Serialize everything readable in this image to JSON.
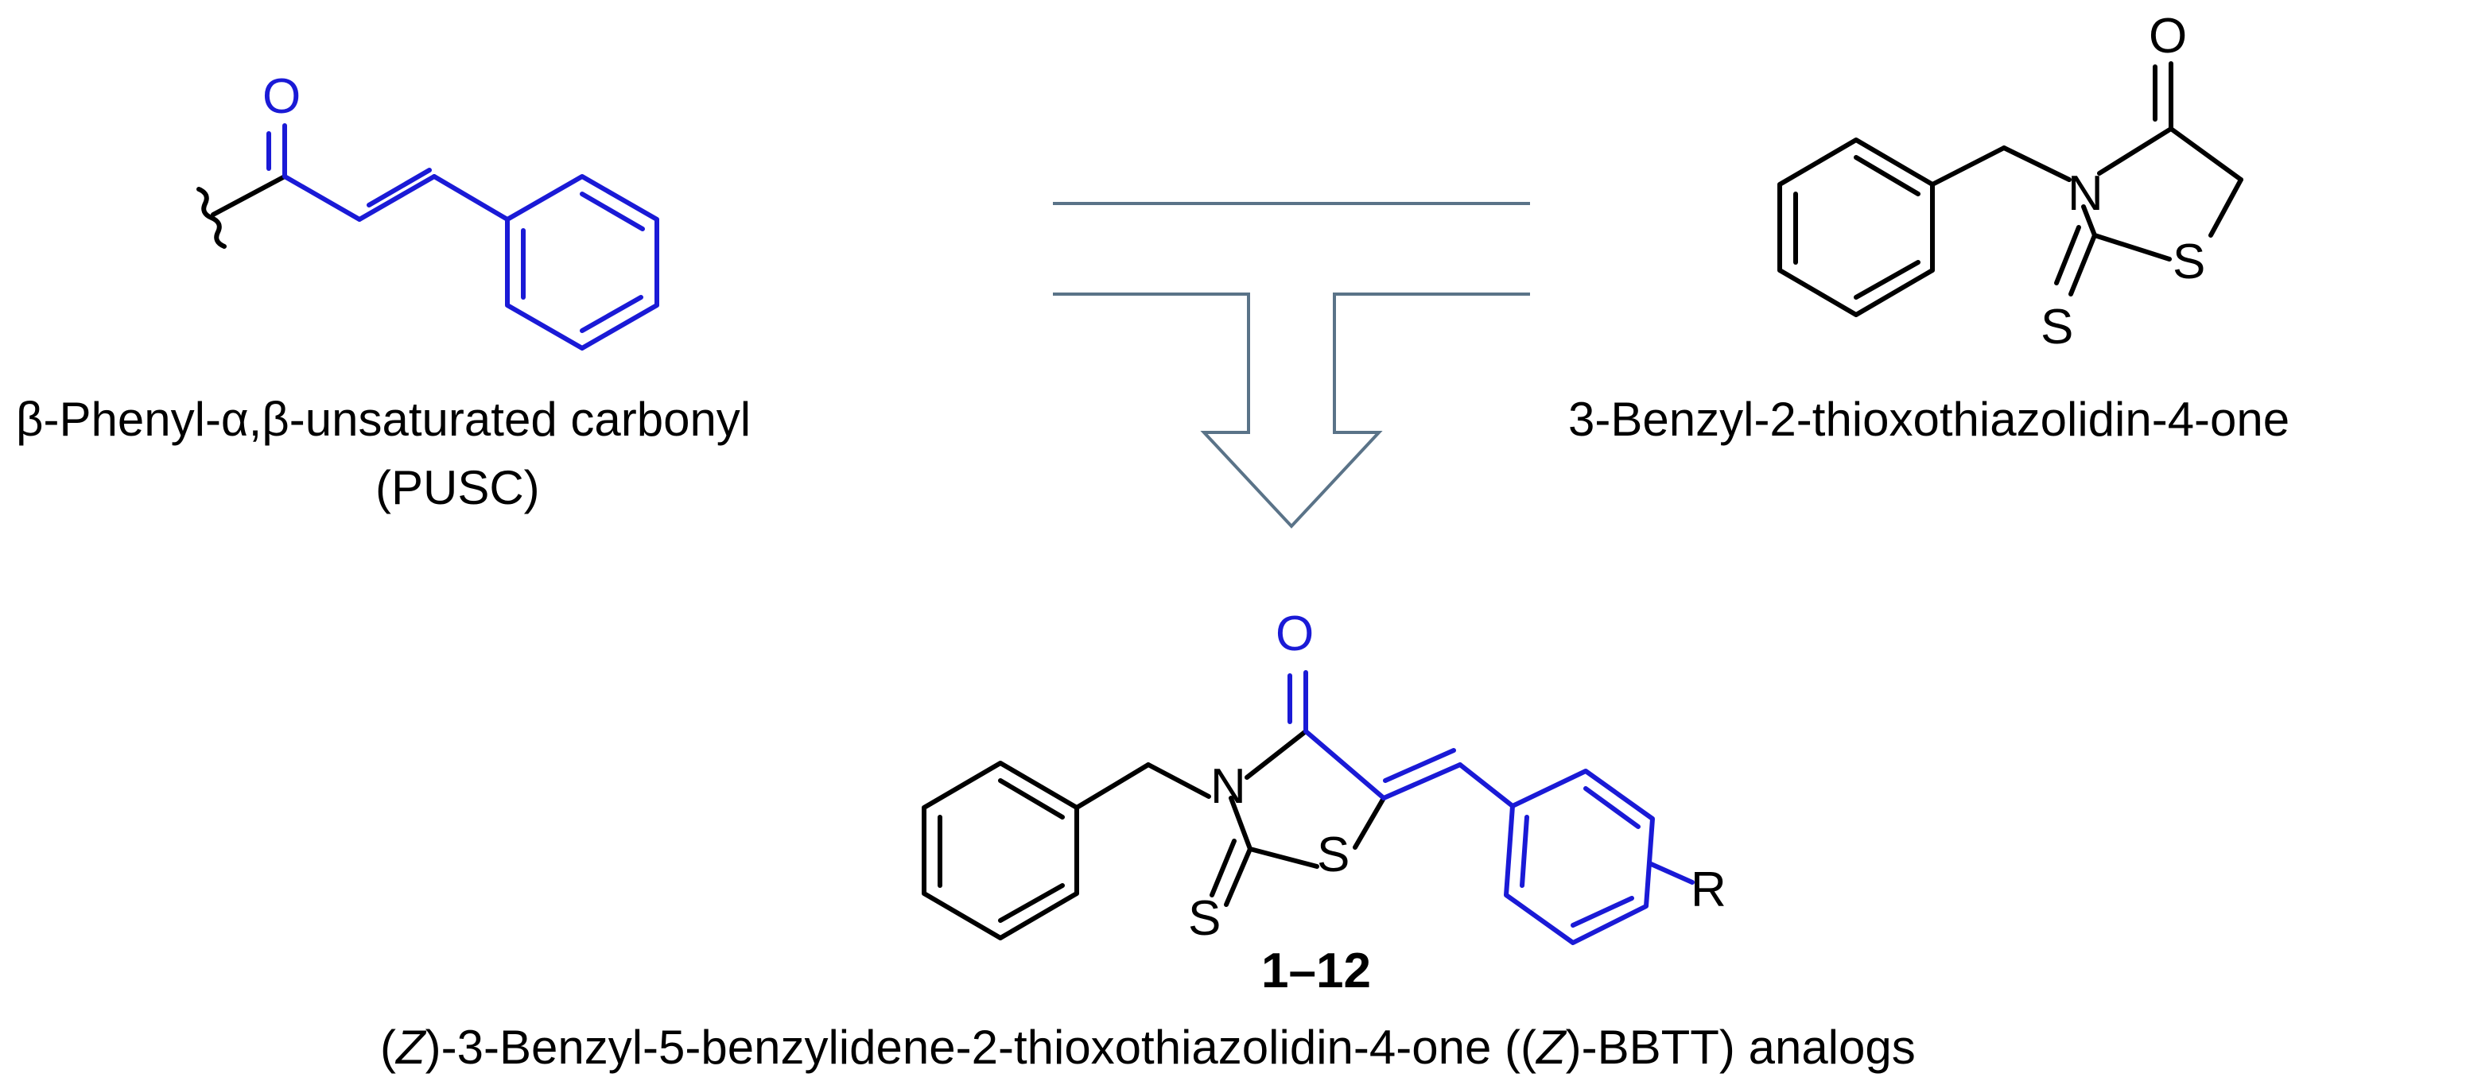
{
  "colors": {
    "bond_black": "#000000",
    "bond_blue": "#1a1ad6",
    "arrow": "#5a7388"
  },
  "pusc": {
    "oxygen": "O",
    "name": "β-Phenyl-α,β-unsaturated carbonyl",
    "abbr": "(PUSC)"
  },
  "rhodanine": {
    "oxygen": "O",
    "nitrogen": "N",
    "ring_sulfur": "S",
    "thione_sulfur": "S",
    "name": "3-Benzyl-2-thioxothiazolidin-4-one"
  },
  "product": {
    "oxygen": "O",
    "nitrogen": "N",
    "ring_sulfur": "S",
    "thione_sulfur": "S",
    "substituent": "R",
    "compound_range": "1–12",
    "name_prefix": "(",
    "name_z1": "Z",
    "name_middle": ")-3-Benzyl-5-benzylidene-2-thioxothiazolidin-4-one ((",
    "name_z2": "Z",
    "name_suffix": ")-BBTT) analogs"
  },
  "arrow": {
    "icon": "combine-arrow-icon"
  }
}
